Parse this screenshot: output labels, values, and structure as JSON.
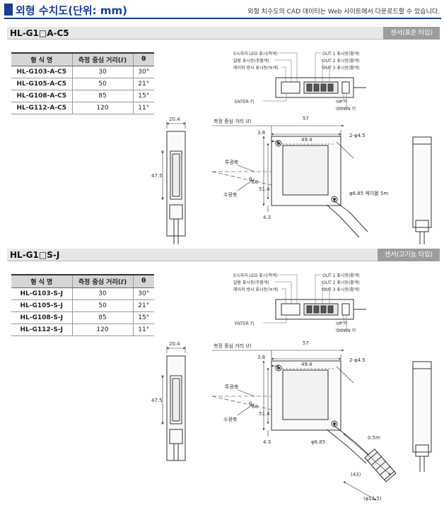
{
  "header": {
    "title": "외형 수치도(단위: mm)",
    "note": "외형 치수도의 CAD 데이터는 Web 사이트에서 다운로드할 수 있습니다."
  },
  "sections": [
    {
      "model_title": "HL-G1□A-C5",
      "type_label": "센서(표준 타입)",
      "table": {
        "headers": [
          "형 식 명",
          "측정 중심 거리(ℓ)",
          "θ"
        ],
        "rows": [
          [
            "HL-G103-A-C5",
            "30",
            "30°"
          ],
          [
            "HL-G105-A-C5",
            "50",
            "21°"
          ],
          [
            "HL-G108-A-C5",
            "85",
            "15°"
          ],
          [
            "HL-G112-A-C5",
            "120",
            "11°"
          ]
        ]
      },
      "callouts_left": [
        "5½자리 LED 표시(적색)",
        "알람 표시등(주황색)",
        "레이저 방사 표시등(녹색)"
      ],
      "callouts_right": [
        "OUT 1 표시등(황색)",
        "OUT 2 표시등(황색)",
        "OUT 3 표시등(황색)"
      ],
      "enter_key": "ENTER 키",
      "up_key": "UP 키",
      "down_key": "DOWN 키",
      "dims": {
        "side_width": "20.4",
        "side_height": "47.5",
        "measure_dist": "측정 중심 거리 (ℓ)",
        "width_57": "57",
        "d_38": "3.8",
        "d_494": "49.4",
        "holes": "2-φ4.5",
        "emitter": "투광축",
        "receiver": "수광축",
        "theta": "θ",
        "h_60": "60",
        "h_514": "51.4",
        "d_43": "4.3",
        "cable": "φ6.85 케이블 5m"
      }
    },
    {
      "model_title": "HL-G1□S-J",
      "type_label": "센서(고기능 타입)",
      "table": {
        "headers": [
          "형 식 명",
          "측정 중심 거리(ℓ)",
          "θ"
        ],
        "rows": [
          [
            "HL-G103-S-J",
            "30",
            "30°"
          ],
          [
            "HL-G105-S-J",
            "50",
            "21°"
          ],
          [
            "HL-G108-S-J",
            "85",
            "15°"
          ],
          [
            "HL-G112-S-J",
            "120",
            "11°"
          ]
        ]
      },
      "callouts_left": [
        "5½자리 LED 표시(적색)",
        "알람 표시등(주황색)",
        "레이저 방사 표시등(녹색)"
      ],
      "callouts_right": [
        "OUT 1 표시등(황색)",
        "OUT 2 표시등(황색)",
        "OUT 3 표시등(황색)"
      ],
      "enter_key": "ENTER 키",
      "up_key": "UP 키",
      "down_key": "DOWN 키",
      "dims": {
        "side_width": "20.4",
        "side_height": "47.5",
        "measure_dist": "측정 중심 거리 (ℓ)",
        "width_57": "57",
        "d_38": "3.8",
        "d_494": "49.4",
        "holes": "2-φ4.5",
        "emitter": "투광축",
        "receiver": "수광축",
        "theta": "θ",
        "h_60": "60",
        "h_514": "51.4",
        "d_43": "4.3",
        "cable_dia": "φ6.85",
        "cable_len": "0.5m",
        "conn_len": "(43)",
        "conn_dia": "(φ12.5)"
      }
    }
  ],
  "colors": {
    "accent": "#1b3d8f",
    "badge": "#9c9c9c",
    "bar": "#e7e7e7"
  }
}
